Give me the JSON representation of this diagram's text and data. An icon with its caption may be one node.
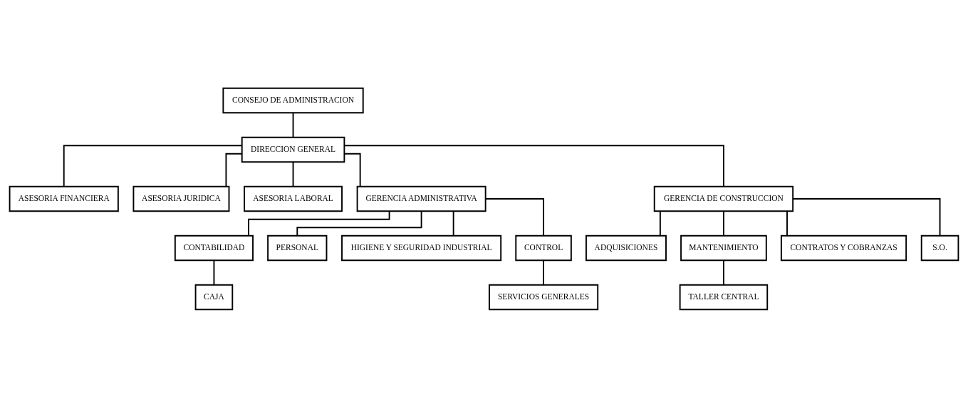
{
  "diagram": {
    "nodes": [
      {
        "text": [
          "CONSEJO DE ADMINISTRACION"
        ]
      },
      {
        "text": [
          "DIRECCION GENERAL"
        ]
      },
      {
        "text": [
          "ASESORIA FINANCIERA"
        ]
      },
      {
        "text": [
          "ASESORIA JURIDICA"
        ]
      },
      {
        "text": [
          "ASESORIA LABORAL"
        ]
      },
      {
        "text": [
          "GERENCIA ADMINISTRATIVA"
        ]
      },
      {
        "text": [
          "GERENCIA DE CONSTRUCCION"
        ]
      },
      {
        "text": [
          "CONTABILIDAD"
        ]
      },
      {
        "text": [
          "PERSONAL"
        ]
      },
      {
        "text": [
          "HIGIENE Y SEGURIDAD INDUSTRIAL"
        ]
      },
      {
        "text": [
          "CONTROL"
        ]
      },
      {
        "text": [
          "ADQUISICIONES"
        ]
      },
      {
        "text": [
          "MANTENIMIENTO"
        ]
      },
      {
        "text": [
          "CONTRATOS Y COBRANZAS"
        ]
      },
      {
        "text": [
          "S.O."
        ]
      },
      {
        "text": [
          "CAJA"
        ]
      },
      {
        "text": [
          "SERVICIOS GENERALES"
        ]
      },
      {
        "text": [
          "TALLER CENTRAL"
        ]
      }
    ],
    "edges": [
      {
        "from": 0,
        "to": 1,
        "arrow": "none"
      },
      {
        "from": 1,
        "to": 2,
        "arrow": "none"
      },
      {
        "from": 1,
        "to": 3,
        "arrow": "none"
      },
      {
        "from": 1,
        "to": 4,
        "arrow": "none"
      },
      {
        "from": 1,
        "to": 5,
        "arrow": "none"
      },
      {
        "from": 1,
        "to": 6,
        "arrow": "none"
      },
      {
        "from": 5,
        "to": 7,
        "arrow": "none"
      },
      {
        "from": 5,
        "to": 8,
        "arrow": "none"
      },
      {
        "from": 5,
        "to": 9,
        "arrow": "none"
      },
      {
        "from": 5,
        "to": 10,
        "arrow": "none"
      },
      {
        "from": 6,
        "to": 11,
        "arrow": "none"
      },
      {
        "from": 6,
        "to": 12,
        "arrow": "none"
      },
      {
        "from": 6,
        "to": 13,
        "arrow": "none"
      },
      {
        "from": 6,
        "to": 14,
        "arrow": "none"
      },
      {
        "from": 7,
        "to": 15,
        "arrow": "none"
      },
      {
        "from": 10,
        "to": 16,
        "arrow": "none"
      },
      {
        "from": 12,
        "to": 17,
        "arrow": "none"
      }
    ]
  }
}
